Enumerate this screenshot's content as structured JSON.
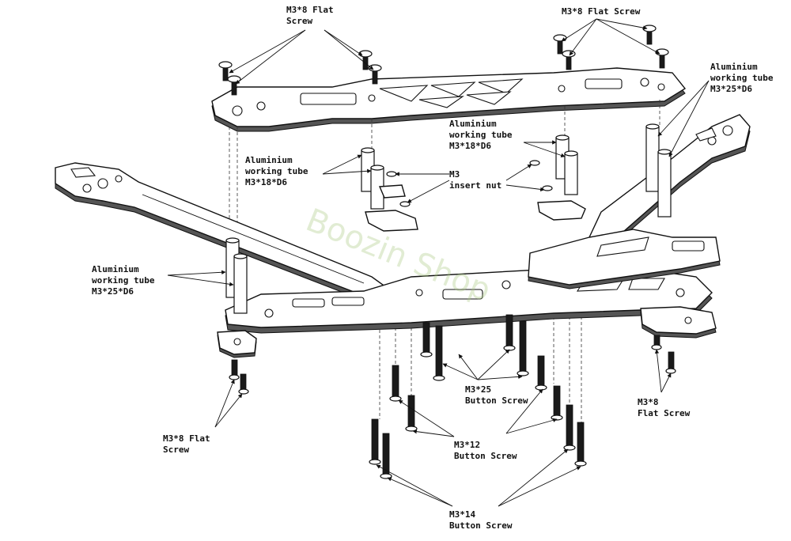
{
  "watermark": "Boozin Shop",
  "labels": {
    "top_left_screw": "M3*8 Flat\nScrew",
    "top_right_screw": "M3*8 Flat Screw",
    "tube_right_25": "Aluminium\nworking tube\nM3*25*D6",
    "tube_center_18": "Aluminium\nworking tube\nM3*18*D6",
    "tube_left_18": "Aluminium\nworking tube\nM3*18*D6",
    "insert_nut": "M3\ninsert nut",
    "tube_left_25": "Aluminium\nworking tube\nM3*25*D6",
    "button_25": "M3*25\nButton Screw",
    "flat_right_bottom": "M3*8\nFlat Screw",
    "flat_left_bottom": "M3*8 Flat\nScrew",
    "button_12": "M3*12\nButton Screw",
    "button_14": "M3*14\nButton Screw"
  }
}
